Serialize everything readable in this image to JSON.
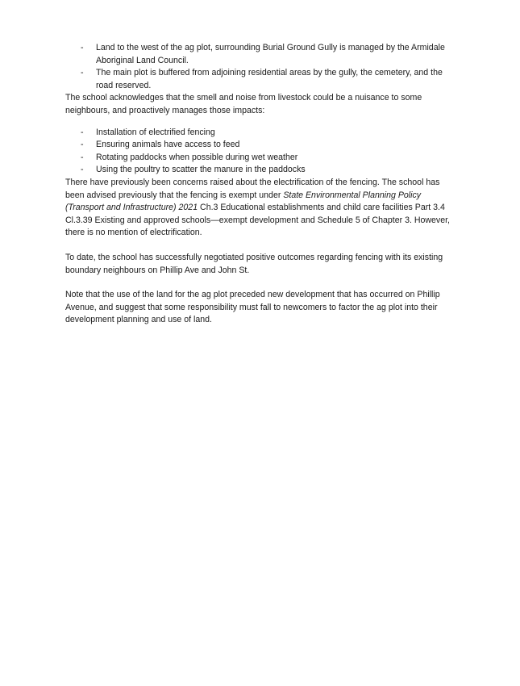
{
  "list1": [
    "Land to the west of the ag plot, surrounding Burial Ground Gully is managed by the Armidale Aboriginal Land Council.",
    "The main plot is buffered from adjoining residential areas by the gully, the cemetery, and the road reserved."
  ],
  "para1": "The school acknowledges that the smell and noise from livestock could be a nuisance to some neighbours, and proactively manages those impacts:",
  "list2": [
    "Installation of electrified fencing",
    "Ensuring animals have access to feed",
    "Rotating paddocks when possible during wet weather",
    "Using the poultry to scatter the manure in the paddocks"
  ],
  "para2": {
    "before": "There have previously been concerns raised about the electrification of the fencing. The school has been advised previously that the fencing is exempt under ",
    "italic": "State Environmental Planning Policy (Transport and Infrastructure) 2021",
    "after": " Ch.3 Educational establishments and child care facilities Part 3.4 Cl.3.39 Existing and approved schools—exempt development and Schedule 5 of Chapter 3. However, there is no mention of electrification."
  },
  "para3": "To date, the school has successfully negotiated positive outcomes regarding fencing with its existing boundary neighbours on Phillip Ave and John St.",
  "para4": "Note that the use of the land for the ag plot preceded new development that has occurred on Phillip Avenue, and suggest that some responsibility must fall to newcomers to factor the ag plot into their development planning and use of land.",
  "bullet_marker": "-"
}
